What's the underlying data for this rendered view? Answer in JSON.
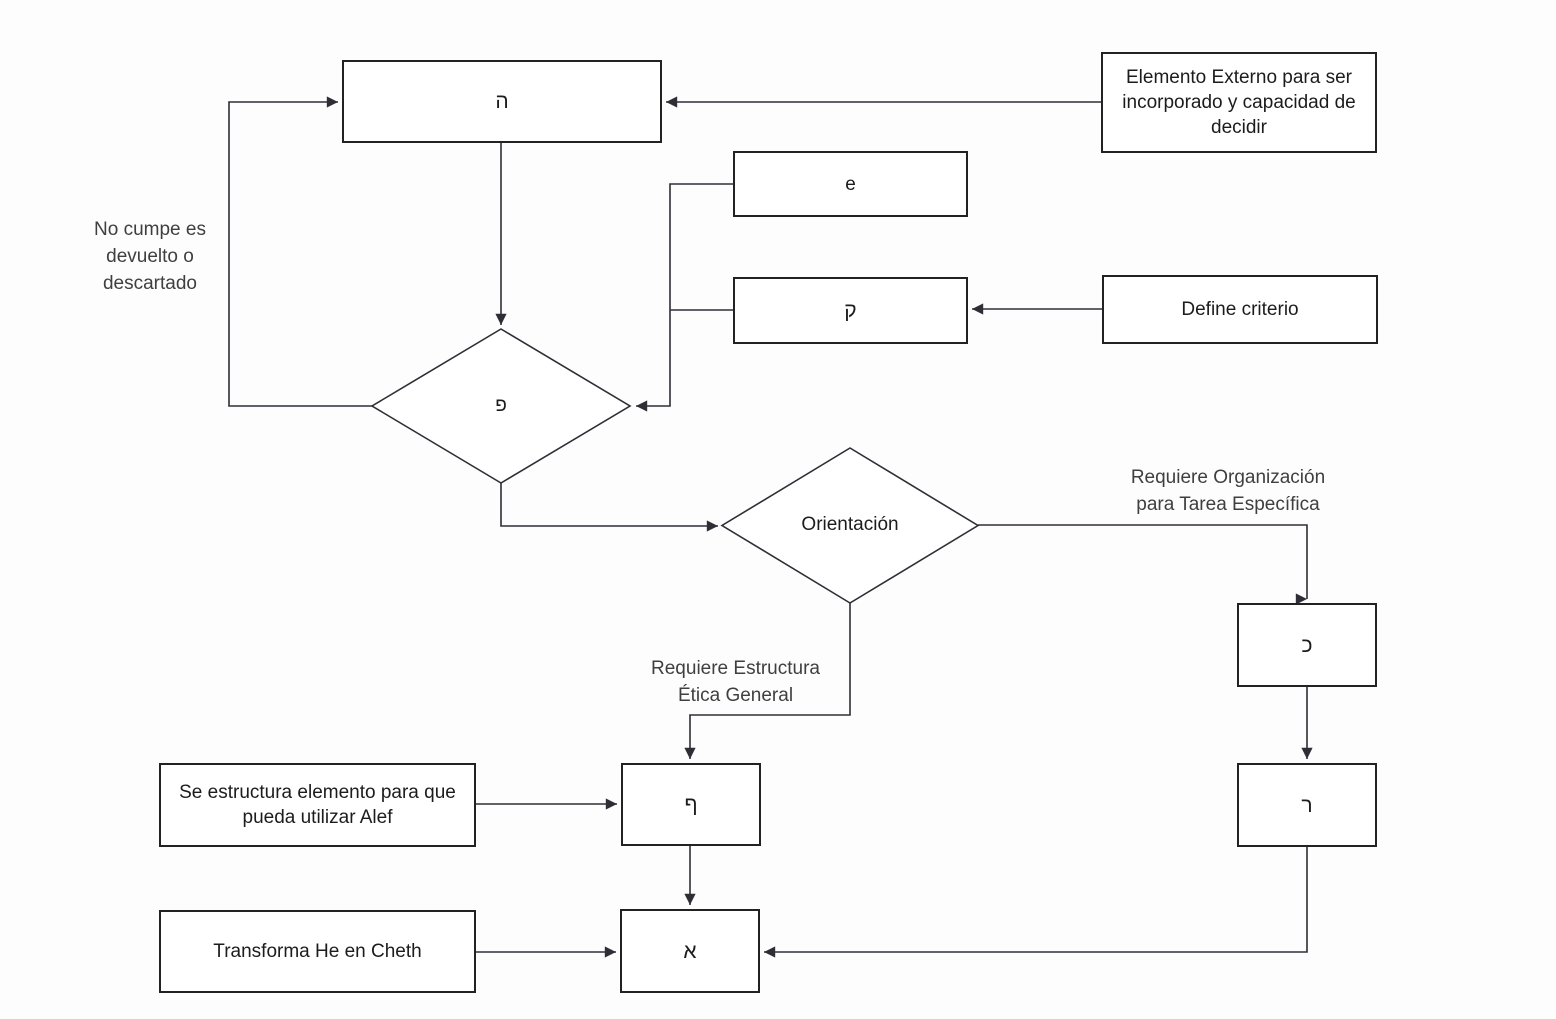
{
  "diagram": {
    "nodes": {
      "he": {
        "label": "ה"
      },
      "elemento_externo": {
        "label": "Elemento Externo para ser incorporado y capacidad de decidir"
      },
      "e": {
        "label": "e"
      },
      "qof": {
        "label": "ק"
      },
      "define_criterio": {
        "label": "Define criterio"
      },
      "pe": {
        "label": "פ"
      },
      "orientacion": {
        "label": "Orientación"
      },
      "kaf": {
        "label": "כ"
      },
      "resh": {
        "label": "ר"
      },
      "pe_final": {
        "label": "ף"
      },
      "se_estructura": {
        "label": "Se estructura elemento para que pueda utilizar Alef"
      },
      "alef": {
        "label": "א"
      },
      "transforma": {
        "label": "Transforma He en Cheth"
      }
    },
    "annotations": {
      "no_cumple": "No cumpe es devuelto o descartado",
      "requiere_organizacion": "Requiere Organización para Tarea Específica",
      "requiere_estructura": "Requiere Estructura Ética General"
    },
    "colors": {
      "line": "#2e2e36",
      "box_border": "#222222",
      "text": "#1c1c1c",
      "annotation_text": "#3f3f3f",
      "background": "#fdfdfd",
      "node_fill": "#ffffff"
    }
  }
}
